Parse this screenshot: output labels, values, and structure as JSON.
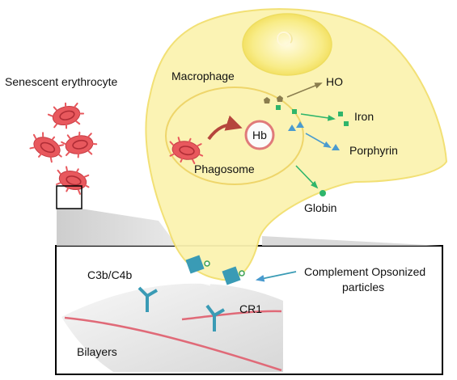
{
  "labels": {
    "senescent_erythrocyte": "Senescent erythrocyte",
    "macrophage": "Macrophage",
    "hb": "Hb",
    "phagosome": "Phagosome",
    "ho": "HO",
    "iron": "Iron",
    "porphyrin": "Porphyrin",
    "globin": "Globin",
    "c3b_c4b": "C3b/C4b",
    "cr1": "CR1",
    "complement_line1": "Complement Opsonized",
    "complement_line2": "particles",
    "bilayers": "Bilayers"
  },
  "colors": {
    "cell_fill": "#fbf3b0",
    "cell_stroke": "#f2df6e",
    "erythrocyte": "#e8585d",
    "hb_ring": "#e07a7a",
    "arrow_red": "#b5453d",
    "ho_marker": "#8a7d4e",
    "iron_marker": "#2fb56b",
    "porphyrin_marker": "#4a9bcf",
    "globin_marker": "#2fb56b",
    "receptor": "#3a9bb5",
    "bilayer_line": "#e06a78"
  }
}
